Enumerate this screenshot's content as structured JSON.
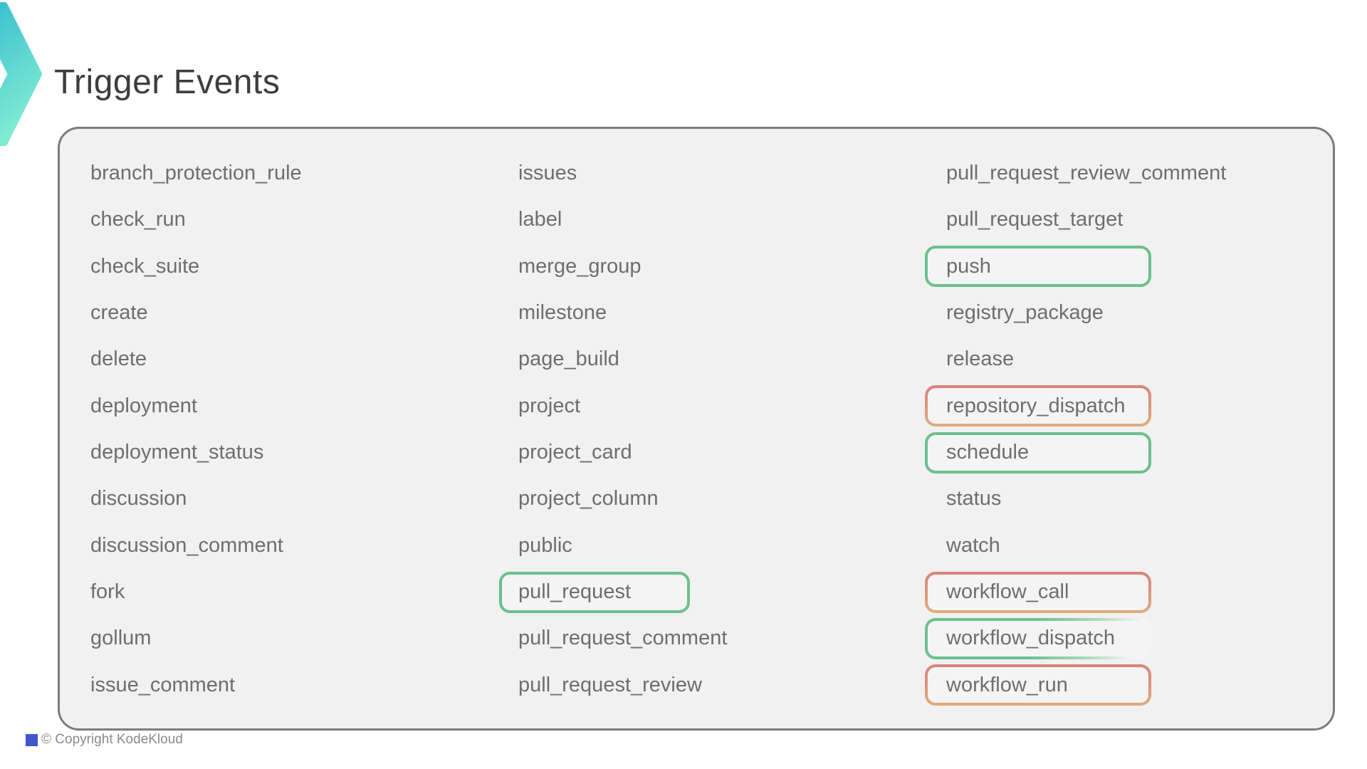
{
  "title": "Trigger Events",
  "footer": {
    "copyright": "© Copyright KodeKloud"
  },
  "events": {
    "column1": [
      "branch_protection_rule",
      "check_run",
      "check_suite",
      "create",
      "delete",
      "deployment",
      "deployment_status",
      "discussion",
      "discussion_comment",
      "fork",
      "gollum",
      "issue_comment"
    ],
    "column2": [
      "issues",
      "label",
      "merge_group",
      "milestone",
      "page_build",
      "project",
      "project_card",
      "project_column",
      "public",
      "pull_request",
      "pull_request_comment",
      "pull_request_review"
    ],
    "column3": [
      "pull_request_review_comment",
      "pull_request_target",
      "push",
      "registry_package",
      "release",
      "repository_dispatch",
      "schedule",
      "status",
      "watch",
      "workflow_call",
      "workflow_dispatch",
      "workflow_run"
    ]
  },
  "highlights": {
    "pull_request": "green",
    "push": "green",
    "schedule": "green",
    "repository_dispatch": "red-orange",
    "workflow_call": "red-orange",
    "workflow_run": "red-orange",
    "workflow_dispatch": "green-fade"
  },
  "colors": {
    "green_border": "#6CC08D",
    "red_orange_top": "#D8837C",
    "red_orange_bottom": "#DFAC7B",
    "panel_background": "#F1F1F1",
    "panel_border": "#7C7C7C",
    "box_fill": "#F4F4F4",
    "item_text": "#6E6E6E",
    "title_text": "#3D3D3D",
    "logo_teal_top": "#35BCD0",
    "logo_teal_bottom": "#7FEBD2",
    "footer_square_blue": "#4355CC"
  }
}
